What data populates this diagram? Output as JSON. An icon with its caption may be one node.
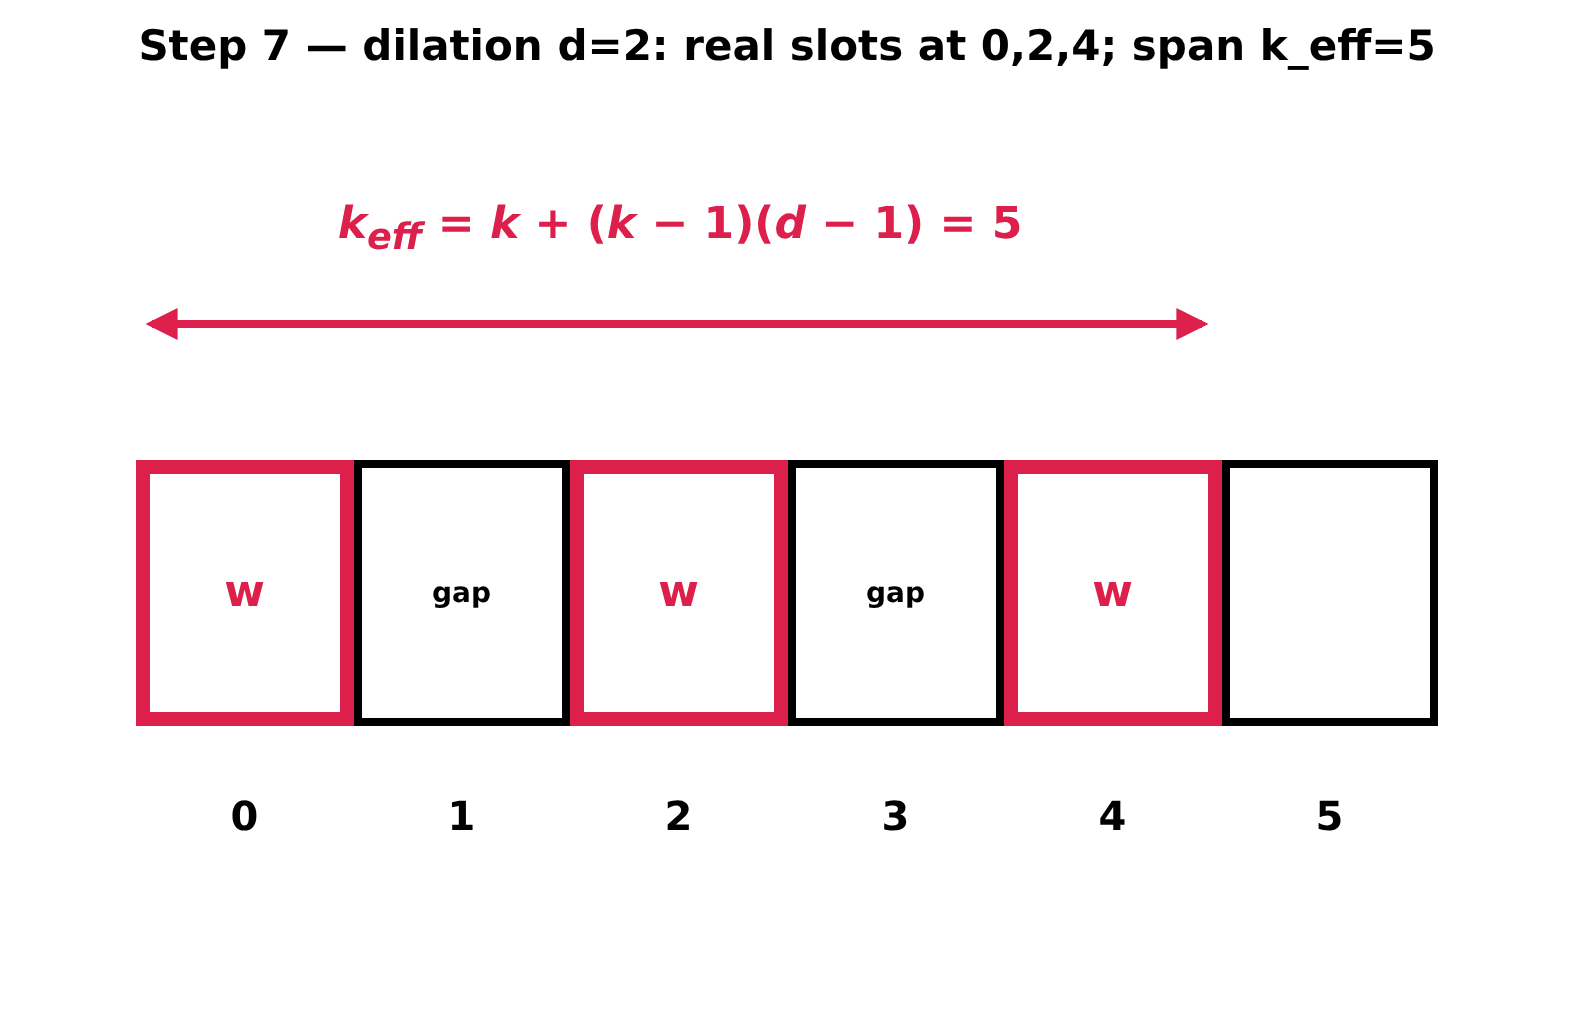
{
  "diagram": {
    "title": "Step 7 — dilation d=2: real slots at 0,2,4; span k_eff=5",
    "nodes": [
      {
        "text": [
          "w"
        ]
      },
      {
        "text": [
          "gap"
        ]
      },
      {
        "text": [
          "w"
        ]
      },
      {
        "text": [
          "gap"
        ]
      },
      {
        "text": [
          "w"
        ]
      },
      {
        "text": [],
        "shape": "box"
      }
    ],
    "labels": [
      "*k*$_{eff}$ = *k* + (*k* − 1)(*d* − 1) = 5",
      "0",
      "1",
      "2",
      "3",
      "4",
      "5"
    ]
  }
}
